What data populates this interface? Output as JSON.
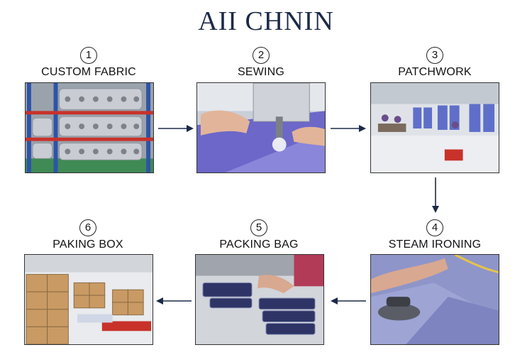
{
  "title": "AII CHNIN",
  "steps": [
    {
      "number": "1",
      "label": "CUSTOM FABRIC"
    },
    {
      "number": "2",
      "label": "SEWING"
    },
    {
      "number": "3",
      "label": "PATCHWORK"
    },
    {
      "number": "4",
      "label": "STEAM IRONING"
    },
    {
      "number": "5",
      "label": "PACKING BAG"
    },
    {
      "number": "6",
      "label": "PAKING BOX"
    }
  ]
}
